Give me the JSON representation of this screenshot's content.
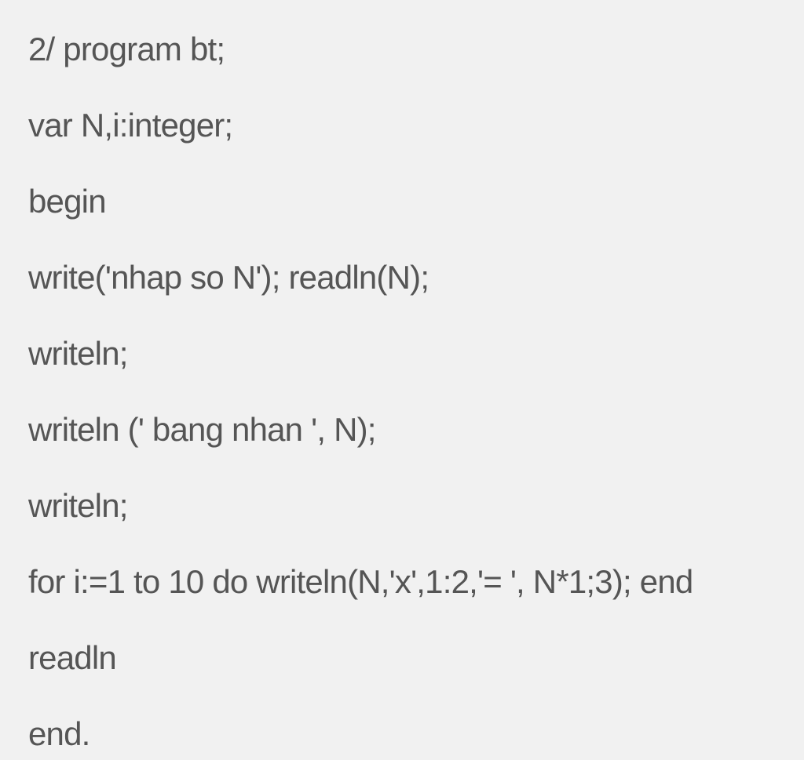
{
  "lines": [
    "2/ program bt;",
    "var N,i:integer;",
    "begin",
    "write('nhap so N'); readln(N);",
    "writeln;",
    "writeln (' bang nhan ', N);",
    "writeln;",
    "for i:=1 to 10 do writeln(N,'x',1:2,'= ', N*1;3); end",
    "readln",
    "end."
  ]
}
